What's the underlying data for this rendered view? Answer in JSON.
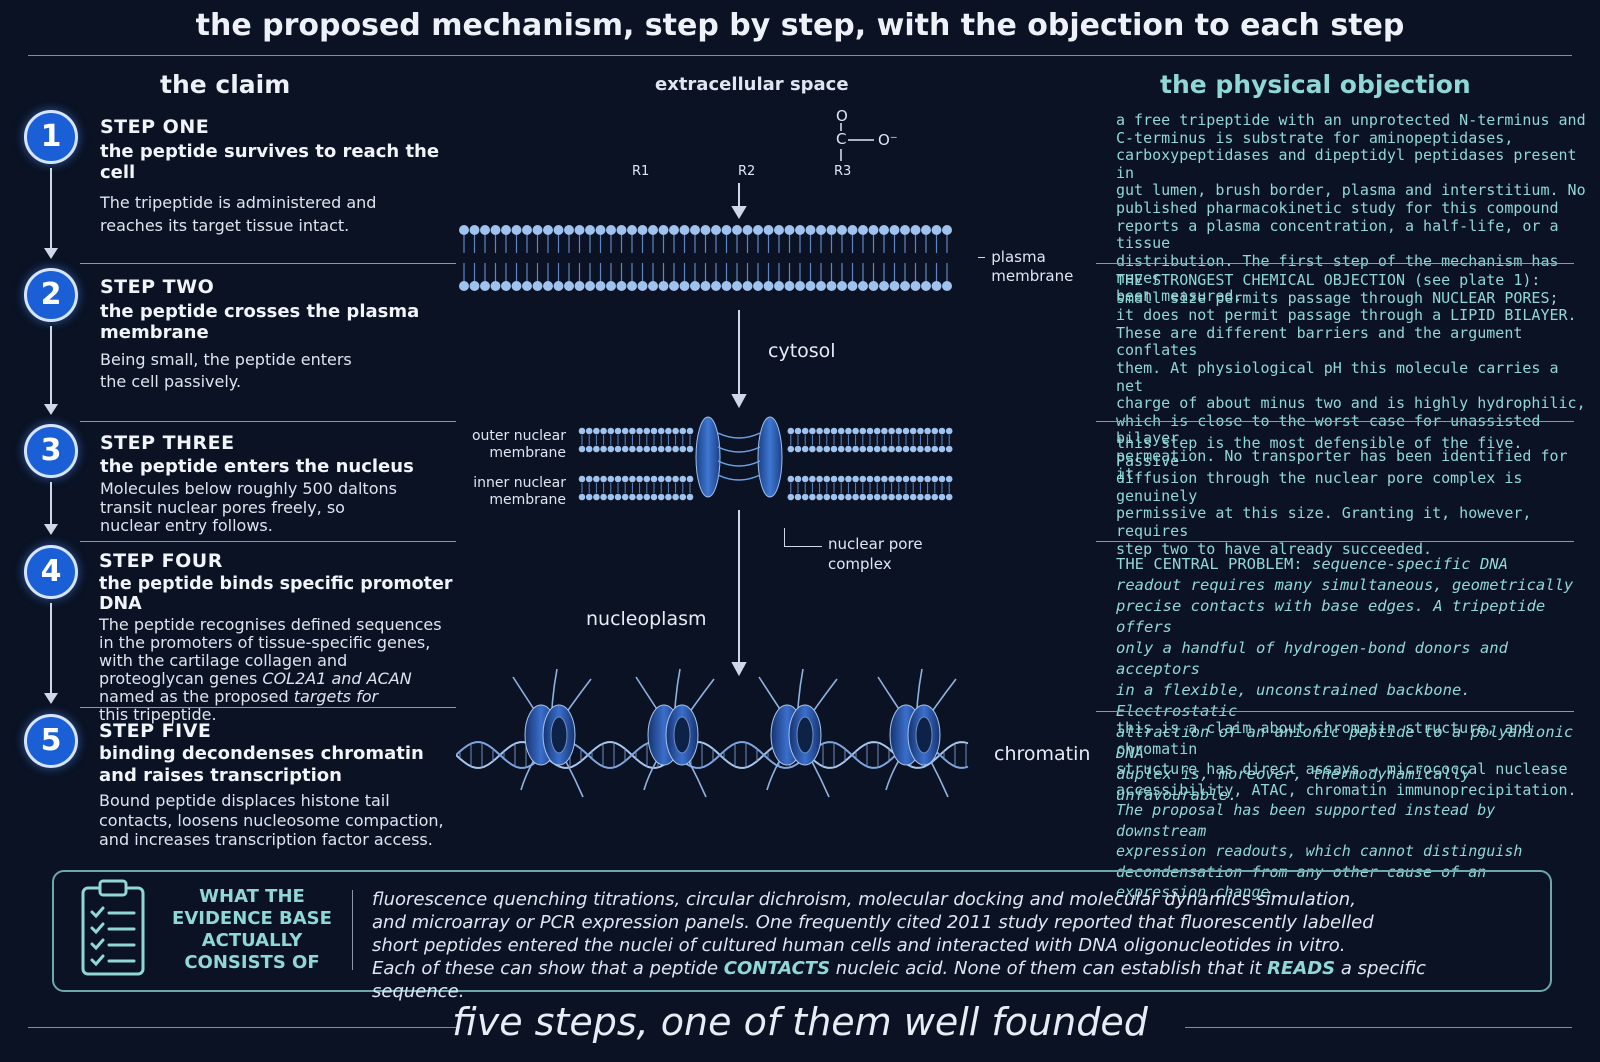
{
  "title": "the proposed mechanism, step by step, with the objection to each step",
  "claim_header": "the claim",
  "objection_header": "the physical objection",
  "diagram": {
    "extracellular_label": "extracellular space",
    "r1": "R1",
    "r2": "R2",
    "r3": "R3",
    "carboxylate_o": "O",
    "carboxylate_c": "C",
    "carboxylate_ominus": "O⁻",
    "plasma_membrane_label": "plasma membrane",
    "cytosol_label": "cytosol",
    "outer_nuclear_label": "outer nuclear membrane",
    "inner_nuclear_label": "inner nuclear membrane",
    "nuclear_pore_label": "nuclear pore complex",
    "nucleoplasm_label": "nucleoplasm",
    "chromatin_label": "chromatin"
  },
  "steps": [
    {
      "num": "1",
      "heading": "STEP ONE",
      "subheading": "the peptide survives to reach the cell",
      "body": [
        "The tripeptide is administered and",
        "reaches its target tissue intact."
      ]
    },
    {
      "num": "2",
      "heading": "STEP TWO",
      "subheading": "the peptide crosses the plasma membrane",
      "body": [
        "Being small, the peptide enters",
        "the cell passively."
      ]
    },
    {
      "num": "3",
      "heading": "STEP THREE",
      "subheading": "the peptide enters the nucleus",
      "body": [
        "Molecules below roughly 500 daltons",
        "transit nuclear pores freely, so",
        "nuclear entry follows."
      ]
    },
    {
      "num": "4",
      "heading": "STEP FOUR",
      "subheading": "the peptide binds specific promoter DNA",
      "body": [
        "The peptide recognises defined sequences",
        "in the promoters of tissue-specific genes,",
        "with the cartilage collagen and",
        "proteoglycan genes",
        "named as the proposed",
        "this tripeptide."
      ],
      "genes": "COL2A1 and ACAN",
      "targets": "targets for"
    },
    {
      "num": "5",
      "heading": "STEP FIVE",
      "subheading": "binding decondenses chromatin and raises transcription",
      "subheading_lines": [
        "binding decondenses chromatin",
        "and raises transcription"
      ],
      "body": [
        "Bound peptide displaces histone tail",
        "contacts, loosens nucleosome compaction,",
        "and increases transcription factor access."
      ]
    }
  ],
  "objections": [
    {
      "lines": [
        "a free tripeptide with an unprotected N-terminus and",
        "C-terminus is substrate for aminopeptidases,",
        "carboxypeptidases and dipeptidyl peptidases present in",
        "gut lumen, brush border, plasma and interstitium.  No",
        "published pharmacokinetic study for this compound",
        "reports a plasma concentration, a half-life, or a tissue",
        "distribution. The first step of the mechanism has never",
        "been measured."
      ]
    },
    {
      "lines": [
        "THE STRONGEST CHEMICAL OBJECTION (see plate 1):",
        "small size permits passage through NUCLEAR PORES;",
        "it does not permit passage through a LIPID BILAYER.",
        "These are different barriers and the argument conflates",
        "them. At physiological pH this molecule carries a net",
        "charge of about minus two and is highly hydrophilic,",
        "which is close to the worst case for unassisted bilayer",
        "permeation. No transporter has been identified for it."
      ]
    },
    {
      "lines": [
        "this step is the most defensible of the five. Passive",
        "diffusion through the nuclear pore complex is genuinely",
        "permissive at this size. Granting it, however, requires",
        "step two to have already succeeded."
      ]
    },
    {
      "lead": "THE CENTRAL PROBLEM:",
      "lines": [
        "sequence-specific DNA",
        "readout requires many simultaneous, geometrically",
        "precise contacts with base edges. A tripeptide offers",
        "only a handful of hydrogen-bond donors and acceptors",
        "in a flexible, unconstrained backbone. Electrostatic",
        "attraction of an anionic peptide to a polyanionic DNA",
        "duplex is, moreover, thermodynamically unfavourable."
      ]
    },
    {
      "lines": [
        "this is a claim about chromatin structure, and chromatin",
        "structure has direct assays — micrococcal nuclease",
        "accessibility, ATAC, chromatin immunoprecipitation.",
        "The proposal has been supported instead by downstream",
        "expression readouts, which cannot distinguish",
        "decondensation from any other cause of an",
        "expression change."
      ]
    }
  ],
  "evidence": {
    "label_lines": [
      "WHAT THE",
      "EVIDENCE BASE",
      "ACTUALLY",
      "CONSISTS OF"
    ],
    "line1": "fluorescence quenching titrations, circular dichroism, molecular docking and molecular dynamics simulation,",
    "line2": "and microarray or PCR expression panels. One frequently cited 2011 study reported that fluorescently labelled",
    "line3": "short peptides entered the nuclei of cultured human cells and interacted with DNA oligonucleotides in vitro.",
    "line4_a": "Each of these can show that a peptide",
    "line4_contacts": "CONTACTS",
    "line4_b": "nucleic acid. None of them can establish that it",
    "line4_reads": "READS",
    "line4_c": "a specific sequence."
  },
  "footer": "five steps, one of them well founded",
  "colors": {
    "background": "#0a1224",
    "accent_teal": "#8fd8d6",
    "step_blue": "#1a5fd6",
    "membrane_blue": "#9fc3ee",
    "nucleosome_blue": "#2f5fb3"
  }
}
